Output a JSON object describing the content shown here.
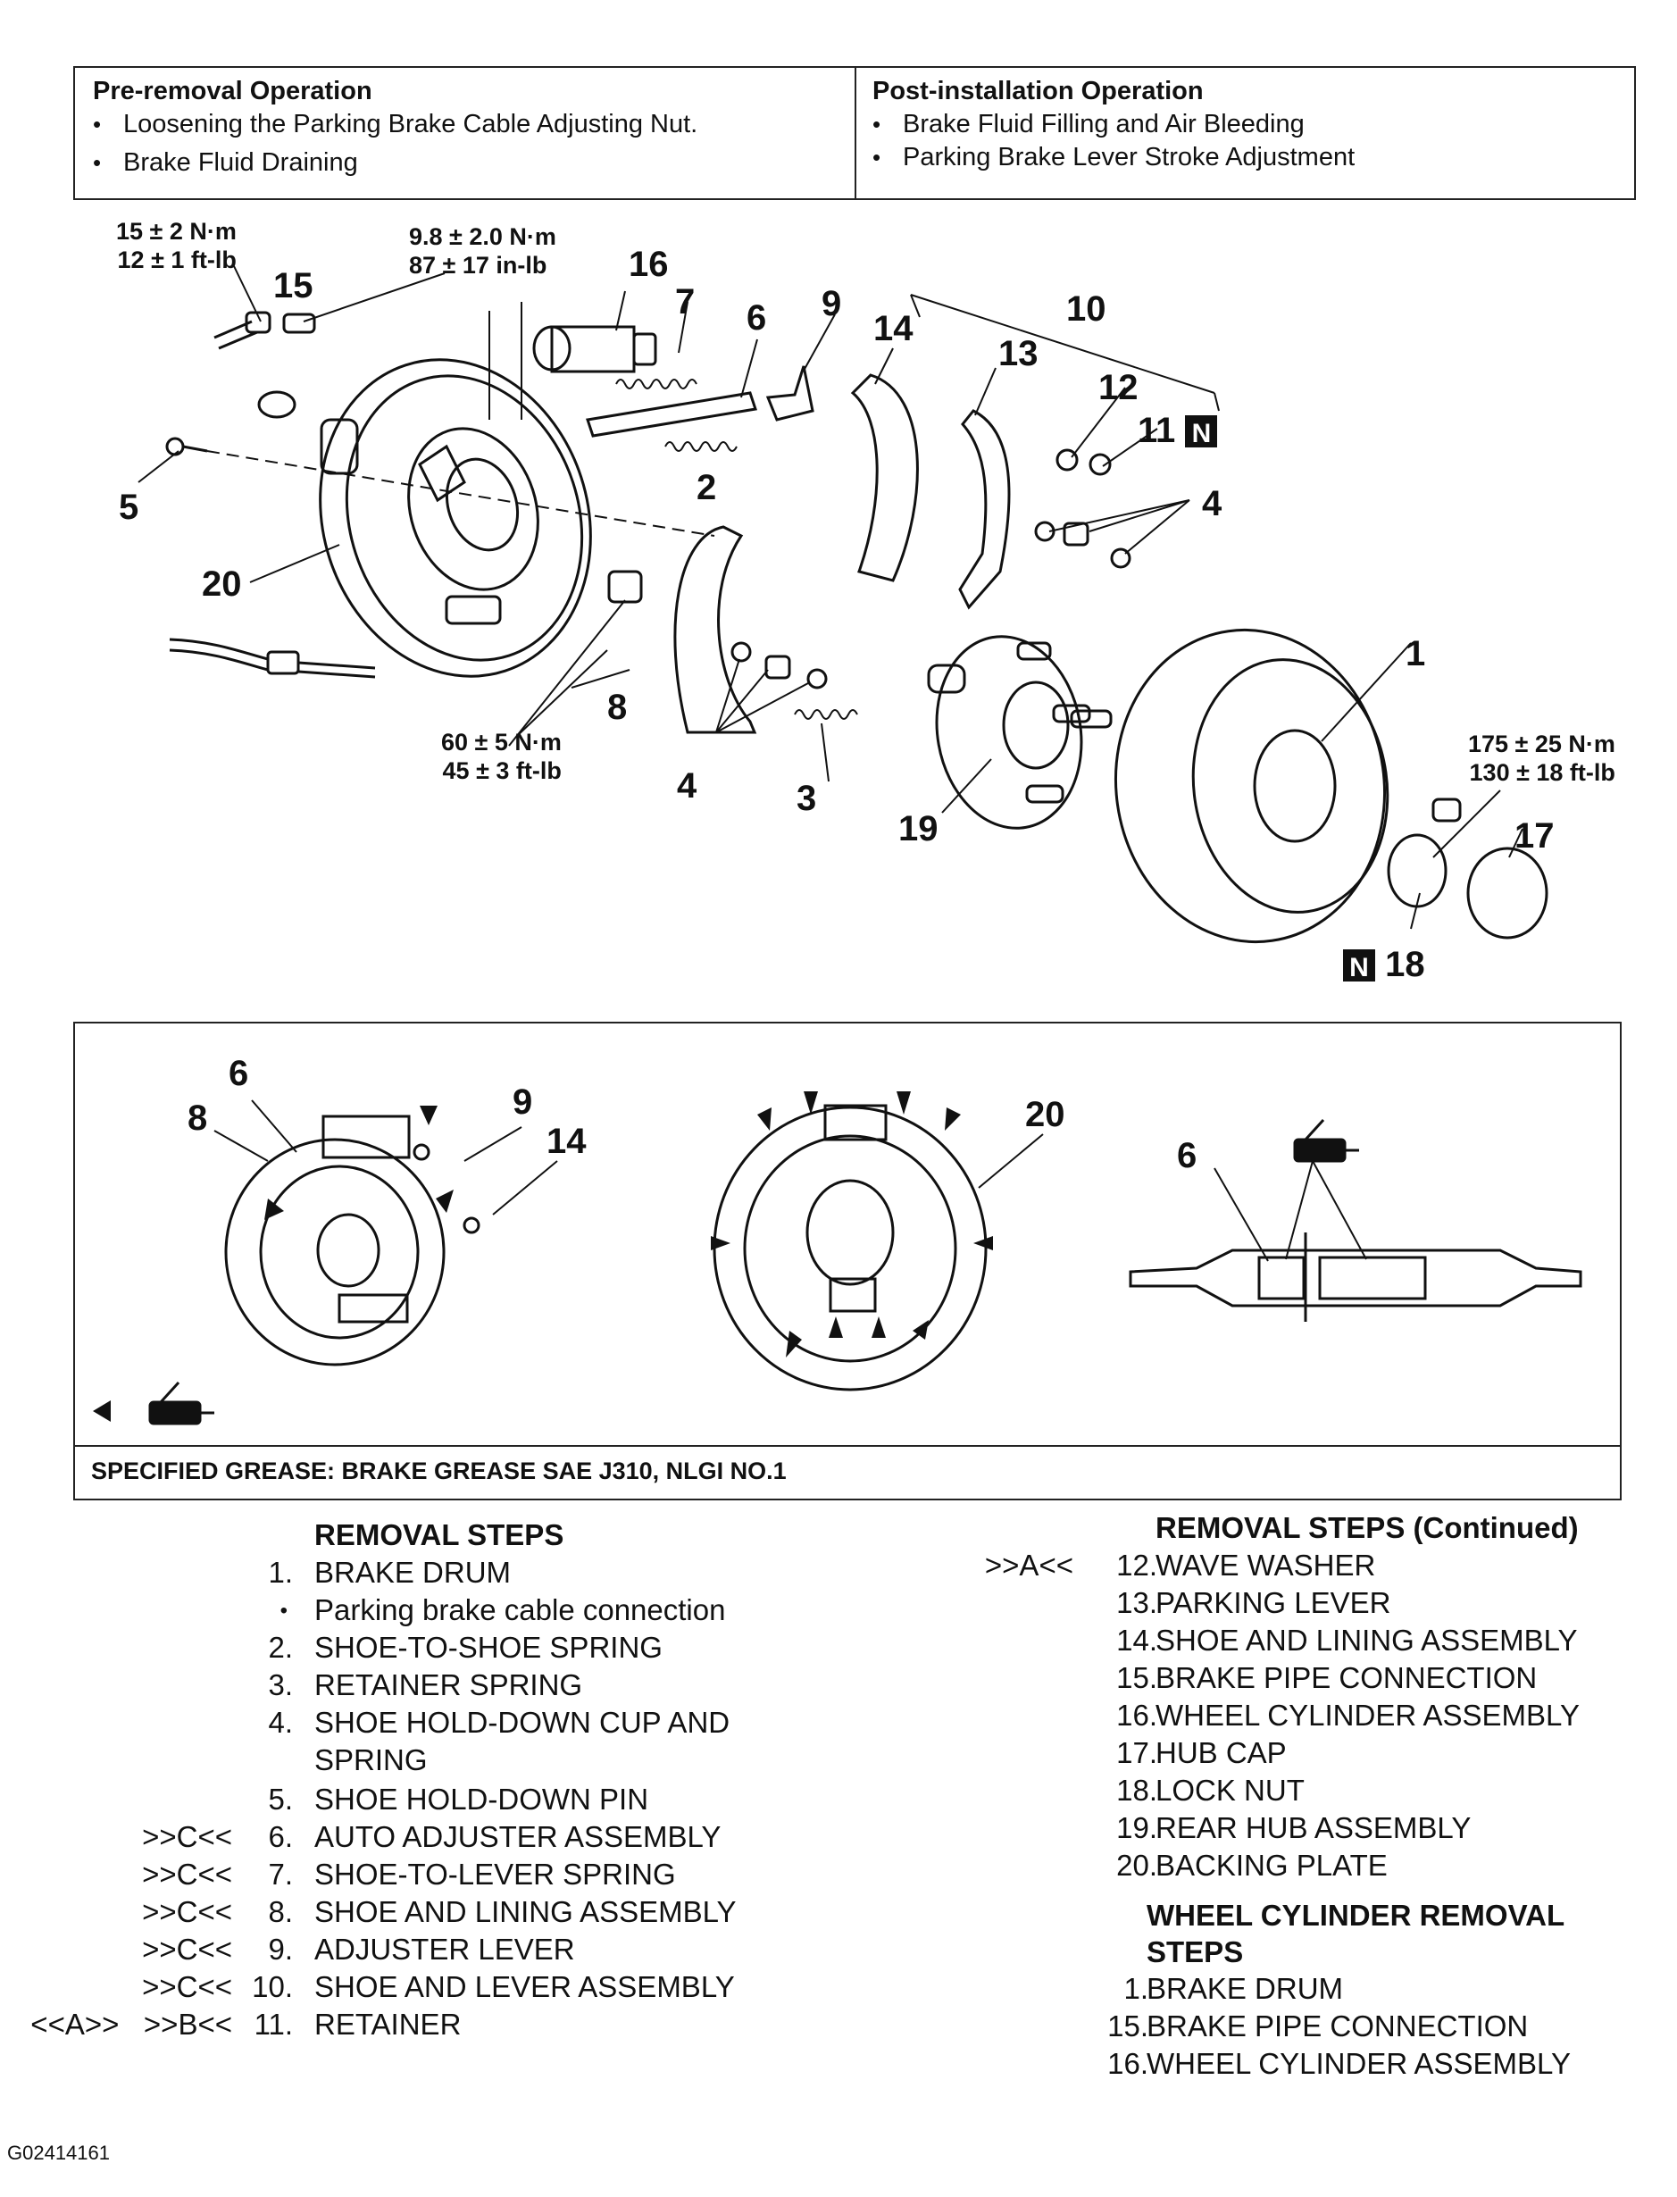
{
  "operations": {
    "pre_removal": {
      "title": "Pre-removal Operation",
      "items": [
        "Loosening the Parking Brake Cable Adjusting Nut.",
        "Brake Fluid Draining"
      ]
    },
    "post_installation": {
      "title": "Post-installation Operation",
      "items": [
        "Brake Fluid Filling and Air Bleeding",
        "Parking Brake Lever Stroke Adjustment"
      ]
    }
  },
  "torques": {
    "t15": [
      "15 ± 2 N·m",
      "12 ± 1 ft-lb"
    ],
    "t16": [
      "9.8 ± 2.0 N·m",
      "87 ± 17 in-lb"
    ],
    "t20": [
      "60 ± 5 N·m",
      "45 ± 3 ft-lb"
    ],
    "t18": [
      "175 ± 25 N·m",
      "130 ± 18 ft-lb"
    ]
  },
  "callouts": {
    "c1": "1",
    "c2": "2",
    "c3": "3",
    "c4a": "4",
    "c4b": "4",
    "c5": "5",
    "c6": "6",
    "c7": "7",
    "c8": "8",
    "c9": "9",
    "c10": "10",
    "c11": "11",
    "c12": "12",
    "c13": "13",
    "c14": "14",
    "c15": "15",
    "c16": "16",
    "c17": "17",
    "c18": "18",
    "c19": "19",
    "c20": "20",
    "n_badge": "N"
  },
  "detail_callouts": {
    "d6": "6",
    "d8": "8",
    "d9": "9",
    "d14": "14",
    "d20": "20",
    "d6b": "6"
  },
  "grease_note": "SPECIFIED GREASE: BRAKE GREASE SAE J310, NLGI NO.1",
  "removal_steps": {
    "title": "REMOVAL STEPS",
    "items": [
      {
        "mark": "",
        "num": "1.",
        "text": "BRAKE DRUM"
      },
      {
        "mark": "",
        "num": "•",
        "text": "Parking brake cable connection"
      },
      {
        "mark": "",
        "num": "2.",
        "text": "SHOE-TO-SHOE SPRING"
      },
      {
        "mark": "",
        "num": "3.",
        "text": "RETAINER SPRING"
      },
      {
        "mark": "",
        "num": "4.",
        "text": "SHOE HOLD-DOWN CUP AND"
      },
      {
        "mark": "",
        "num": "",
        "text": "SPRING"
      },
      {
        "mark": "",
        "num": "5.",
        "text": "SHOE HOLD-DOWN PIN"
      },
      {
        "mark": ">>C<<",
        "num": "6.",
        "text": "AUTO ADJUSTER ASSEMBLY"
      },
      {
        "mark": ">>C<<",
        "num": "7.",
        "text": "SHOE-TO-LEVER SPRING"
      },
      {
        "mark": ">>C<<",
        "num": "8.",
        "text": "SHOE AND LINING ASSEMBLY"
      },
      {
        "mark": ">>C<<",
        "num": "9.",
        "text": "ADJUSTER LEVER"
      },
      {
        "mark": ">>C<<",
        "num": "10.",
        "text": "SHOE AND LEVER ASSEMBLY"
      },
      {
        "mark": "<<A>>   >>B<<",
        "num": "11.",
        "text": "RETAINER"
      }
    ]
  },
  "removal_steps_continued": {
    "title": "REMOVAL STEPS (Continued)",
    "items": [
      {
        "mark": ">>A<<",
        "num": "12.",
        "text": "WAVE WASHER"
      },
      {
        "mark": "",
        "num": "13.",
        "text": "PARKING LEVER"
      },
      {
        "mark": "",
        "num": "14.",
        "text": "SHOE AND LINING ASSEMBLY"
      },
      {
        "mark": "",
        "num": "15.",
        "text": "BRAKE PIPE CONNECTION"
      },
      {
        "mark": "",
        "num": "16.",
        "text": "WHEEL CYLINDER ASSEMBLY"
      },
      {
        "mark": "",
        "num": "17.",
        "text": "HUB CAP"
      },
      {
        "mark": "",
        "num": "18.",
        "text": "LOCK NUT"
      },
      {
        "mark": "",
        "num": "19.",
        "text": "REAR HUB ASSEMBLY"
      },
      {
        "mark": "",
        "num": "20.",
        "text": "BACKING PLATE"
      }
    ]
  },
  "wheel_cylinder_steps": {
    "title_line1": "WHEEL CYLINDER REMOVAL",
    "title_line2": "STEPS",
    "items": [
      {
        "num": "1.",
        "text": "BRAKE DRUM"
      },
      {
        "num": "15.",
        "text": "BRAKE PIPE CONNECTION"
      },
      {
        "num": "16.",
        "text": "WHEEL CYLINDER ASSEMBLY"
      }
    ]
  },
  "figure_id": "G02414161"
}
